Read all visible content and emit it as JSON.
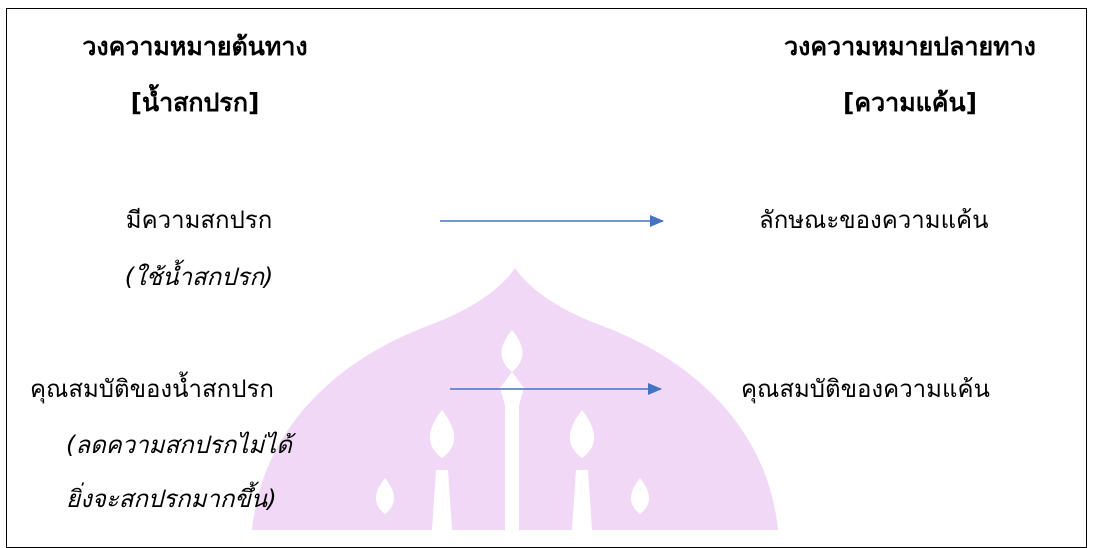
{
  "source": {
    "heading": "วงความหมายต้นทาง",
    "subheading": "[น้ำสกปรก]",
    "items": [
      {
        "main": "มีความสกปรก",
        "sub": [
          "(ใช้น้ำสกปรก)"
        ]
      },
      {
        "main": "คุณสมบัติของน้ำสกปรก",
        "sub": [
          "(ลดความสกปรกไม่ได้",
          "ยิ่งจะสกปรกมากขึ้น)"
        ]
      }
    ]
  },
  "target": {
    "heading": "วงความหมายปลายทาง",
    "subheading": "[ความแค้น]",
    "items": [
      {
        "main": "ลักษณะของความแค้น"
      },
      {
        "main": "คุณสมบัติของความแค้น"
      }
    ]
  },
  "colors": {
    "arrow": "#4472C4",
    "watermark": "#F0D8F6",
    "border": "#000000"
  }
}
